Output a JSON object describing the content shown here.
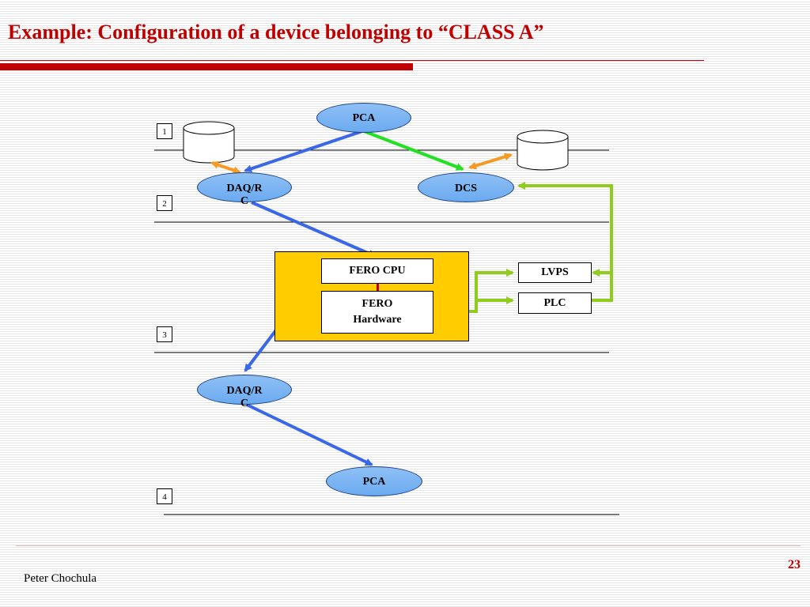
{
  "title": "Example: Configuration of a device belonging to  “CLASS A”",
  "footer": {
    "author": "Peter Chochula",
    "page_number": "23"
  },
  "levels": [
    "1",
    "2",
    "3",
    "4"
  ],
  "nodes": {
    "pca_top": "PCA",
    "daqrc_top": "DAQ/R\nC",
    "dcs": "DCS",
    "fero_cpu": "FERO CPU",
    "fero_hardware": "FERO\nHardware",
    "lvps": "LVPS",
    "plc": "PLC",
    "daqrc_bottom": "DAQ/R\nC",
    "pca_bottom": "PCA"
  },
  "colors": {
    "title": "#c00000",
    "node_fill": "#7fb6f2",
    "fero_panel": "#ffcc00",
    "control_arrow": "#3a66e8",
    "dcs_arrow": "#22e022",
    "db_arrow": "#f59a23",
    "hw_arrow": "#8fcc1e"
  }
}
